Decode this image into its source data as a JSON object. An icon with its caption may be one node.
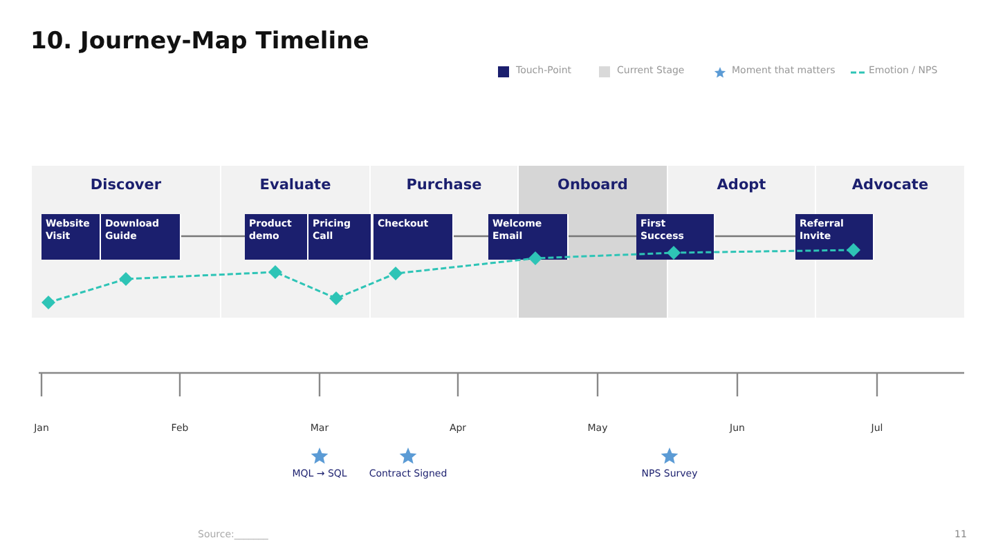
{
  "diagram": {
    "title": "10. Journey-Map Timeline",
    "nodes": [
      {
        "text": [
          "Discover"
        ]
      },
      {
        "text": [
          "Evaluate"
        ]
      },
      {
        "text": [
          "Purchase"
        ]
      },
      {
        "text": [
          "Onboard"
        ]
      },
      {
        "text": [
          "Adopt"
        ]
      },
      {
        "text": [
          "Advocate"
        ]
      },
      {
        "text": [
          "Website Visit"
        ]
      },
      {
        "text": [
          "Download Guide"
        ]
      },
      {
        "text": [
          "Product demo"
        ]
      },
      {
        "text": [
          "Pricing Call"
        ]
      },
      {
        "text": [
          "Checkout"
        ]
      },
      {
        "text": [
          "Welcome Email"
        ]
      },
      {
        "text": [
          "First Success"
        ]
      },
      {
        "text": [
          "Referral Invite"
        ]
      }
    ],
    "edges": [
      {
        "from": 7,
        "to": 8,
        "arrow": "none"
      },
      {
        "from": 10,
        "to": 11,
        "arrow": "none"
      },
      {
        "from": 11,
        "to": 12,
        "arrow": "none"
      },
      {
        "from": 12,
        "to": 13,
        "arrow": "none"
      }
    ],
    "labels": [
      "Jan",
      "Feb",
      "Mar",
      "Apr",
      "May",
      "Jun",
      "Jul",
      "MQL → SQL",
      "Contract Signed",
      "NPS Survey",
      "Source:_______",
      "11"
    ],
    "legend": [
      {
        "text": "Touch-Point",
        "color": "#1b1f6e"
      },
      {
        "text": "Current Stage",
        "color": "#d9d9d9"
      },
      {
        "text": "Moment that matters"
      },
      {
        "text": "Emotion / NPS"
      }
    ]
  }
}
